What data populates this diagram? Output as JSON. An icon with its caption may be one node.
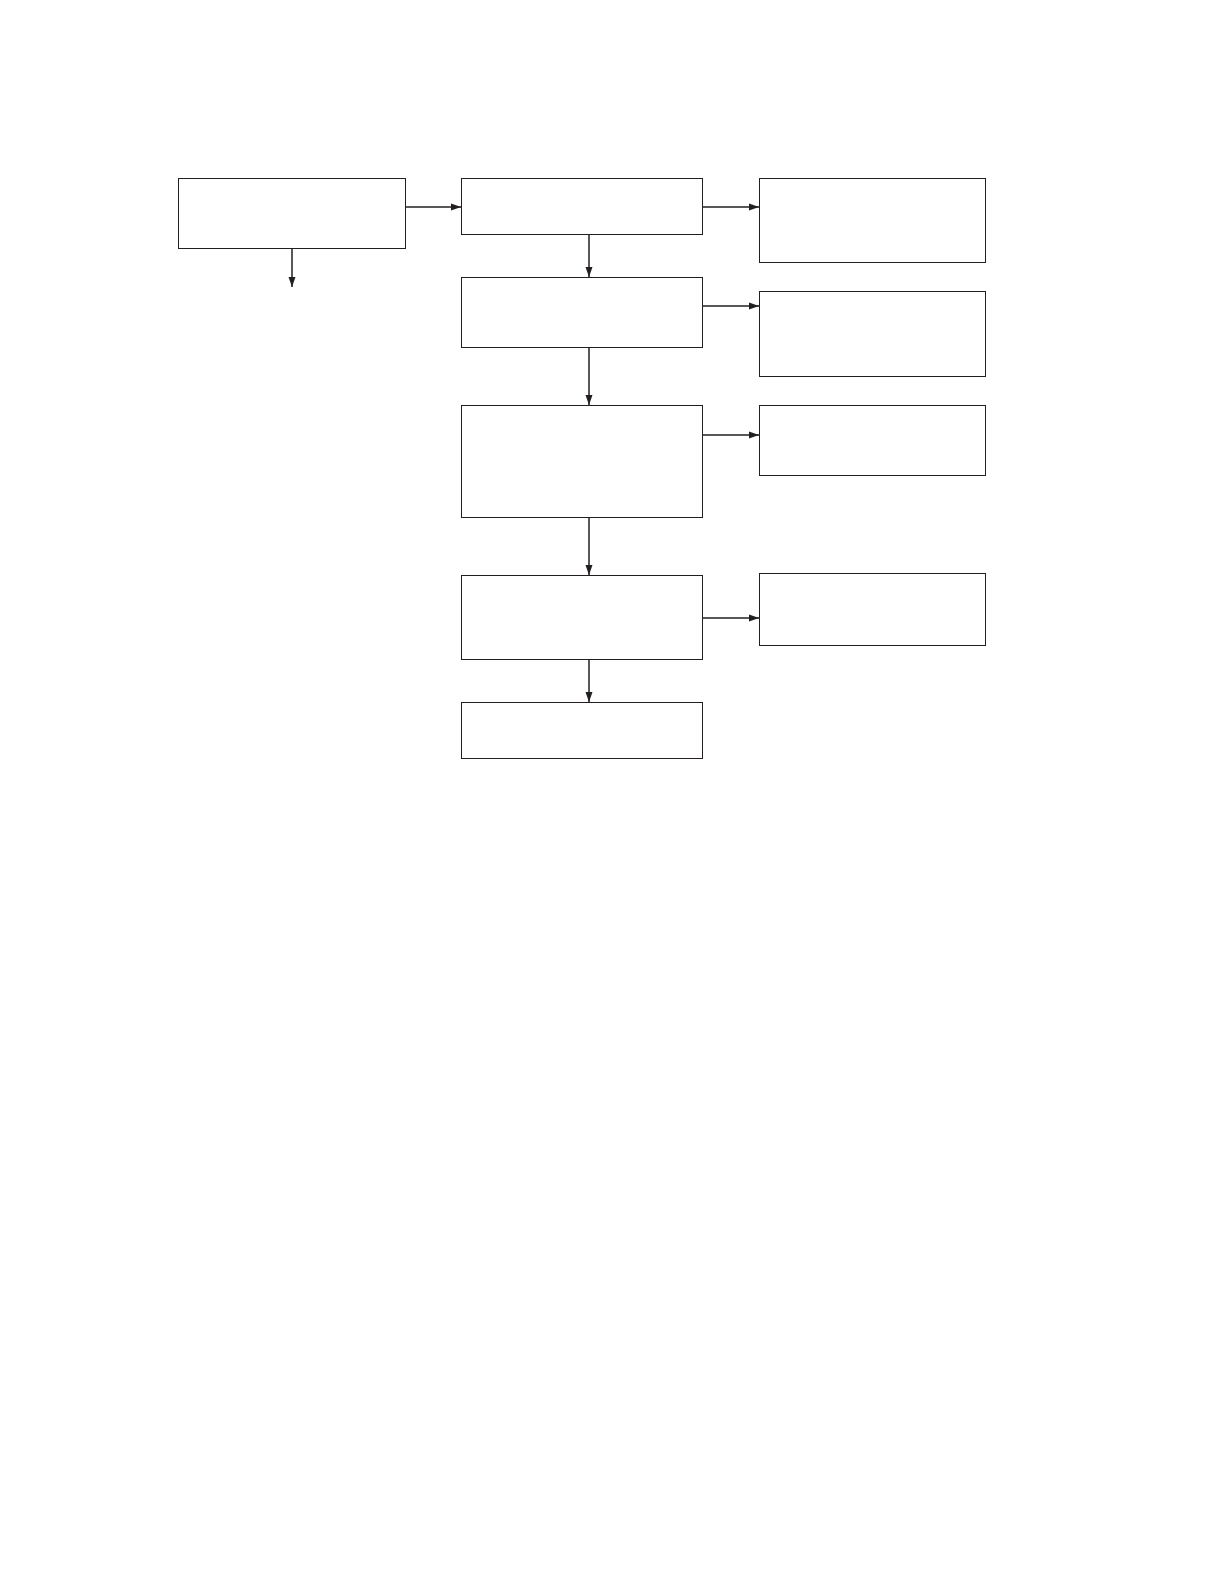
{
  "diagram": {
    "nodes": [
      {
        "text": [],
        "shape": "box"
      },
      {
        "text": [],
        "shape": "box"
      },
      {
        "text": [],
        "shape": "box"
      },
      {
        "text": [],
        "shape": "box"
      },
      {
        "text": [],
        "shape": "box"
      },
      {
        "text": [],
        "shape": "box"
      },
      {
        "text": [],
        "shape": "box"
      },
      {
        "text": [],
        "shape": "box"
      },
      {
        "text": [],
        "shape": "box"
      },
      {
        "text": [],
        "shape": "box"
      }
    ],
    "edges": [
      {
        "from": 0,
        "to": 1,
        "arrow": "to"
      },
      {
        "from": 0,
        "to": null,
        "arrow": "to"
      },
      {
        "from": 1,
        "to": 2,
        "arrow": "to"
      },
      {
        "from": 1,
        "to": 3,
        "arrow": "to"
      },
      {
        "from": 3,
        "to": 4,
        "arrow": "to"
      },
      {
        "from": 3,
        "to": 5,
        "arrow": "to"
      },
      {
        "from": 5,
        "to": 6,
        "arrow": "to"
      },
      {
        "from": 5,
        "to": 7,
        "arrow": "to"
      },
      {
        "from": 7,
        "to": 8,
        "arrow": "to"
      },
      {
        "from": 7,
        "to": 9,
        "arrow": "to"
      }
    ]
  }
}
